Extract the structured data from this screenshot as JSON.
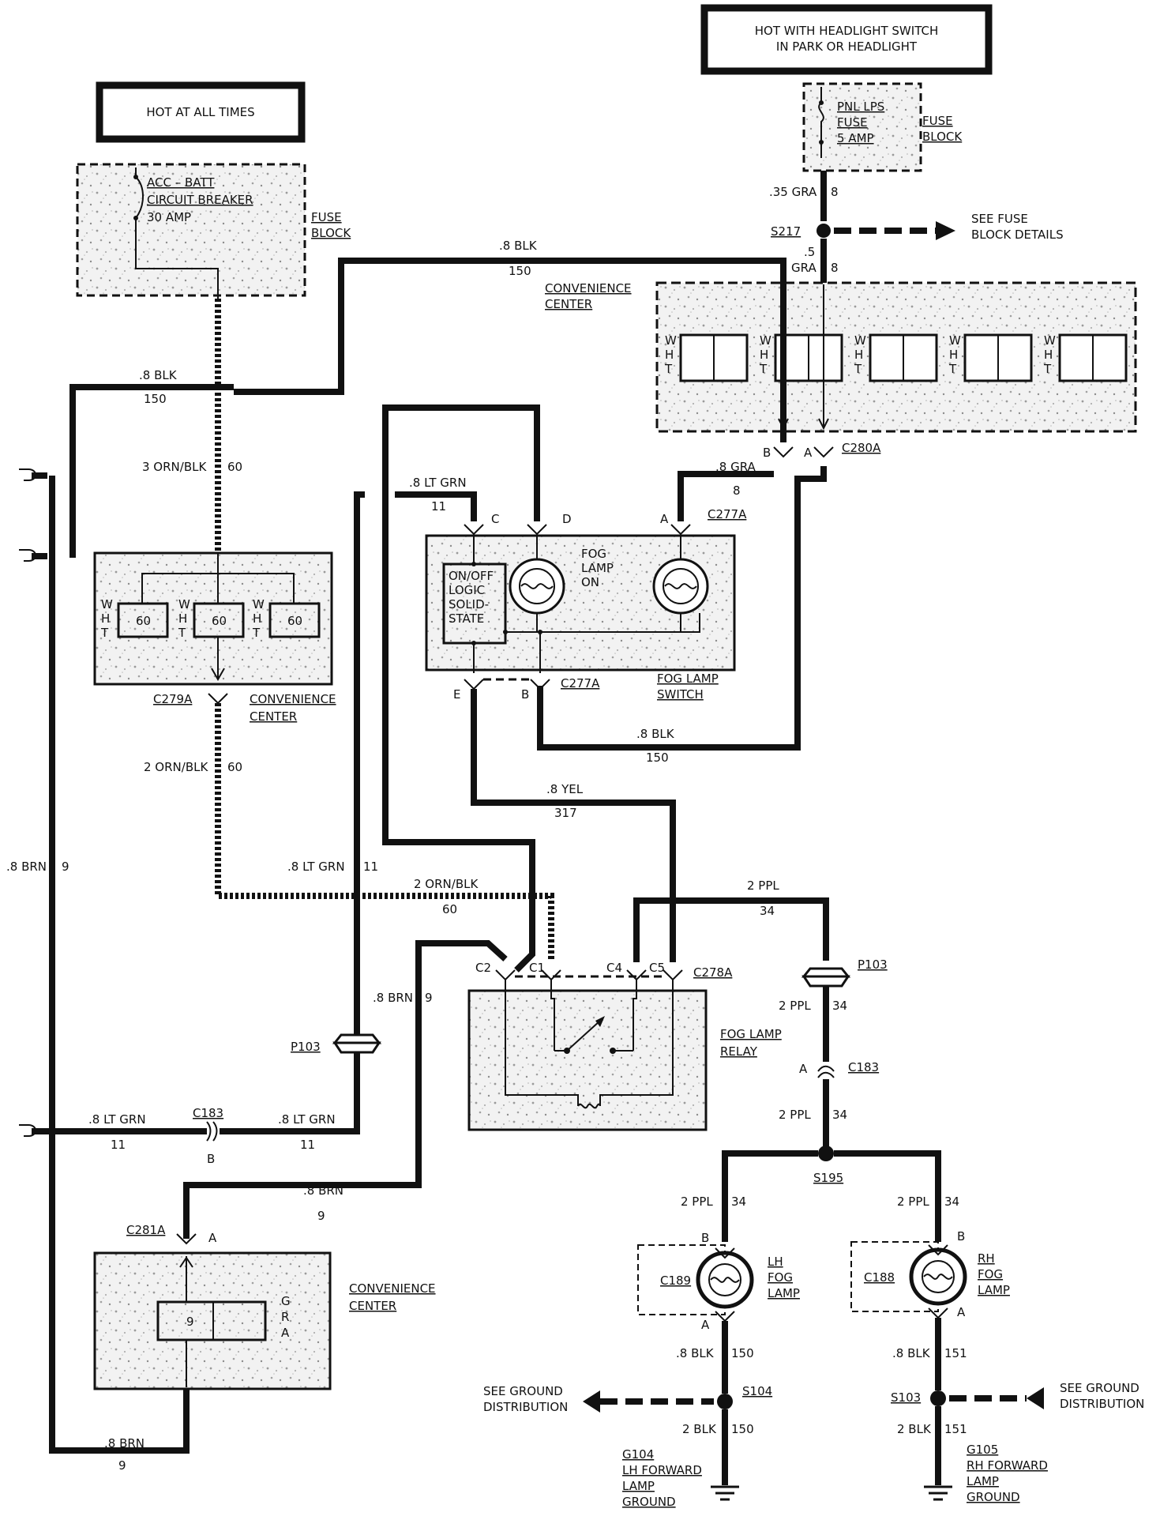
{
  "boxes": {
    "hot_headlight": "HOT WITH HEADLIGHT SWITCH IN PARK OR HEADLIGHT",
    "hot_headlight_line1": "HOT WITH HEADLIGHT SWITCH",
    "hot_headlight_line2": "IN PARK OR HEADLIGHT",
    "hot_all_times": "HOT AT ALL TIMES"
  },
  "fuse_block_top": {
    "fuse_name": "PNL LPS",
    "fuse_word": "FUSE",
    "fuse_rating": "5 AMP",
    "block_line1": "FUSE",
    "block_line2": "BLOCK"
  },
  "fuse_block_left": {
    "breaker_line1": "ACC – BATT",
    "breaker_line2": "CIRCUIT BREAKER",
    "breaker_rating": "30 AMP",
    "block_line1": "FUSE",
    "block_line2": "BLOCK"
  },
  "wires": {
    "gra_35": ".35 GRA",
    "gra_8": "8",
    "s217": "S217",
    "see_fuse_line1": "SEE FUSE",
    "see_fuse_line2": "BLOCK DETAILS",
    "gra_5": ".5",
    "gra_word": "GRA",
    "gra_8b": "8",
    "blk_top": ".8 BLK",
    "blk_top_num": "150",
    "blk_left": ".8 BLK",
    "blk_left_num": "150",
    "orn_blk_3": "3 ORN/BLK",
    "orn_blk_3_num": "60",
    "lt_grn_top": ".8 LT GRN",
    "lt_grn_top_num": "11",
    "gra_c277": ".8 GRA",
    "gra_c277_num": "8",
    "blk_mid": ".8 BLK",
    "blk_mid_num": "150",
    "yel": ".8 YEL",
    "yel_num": "317",
    "orn_blk_2": "2 ORN/BLK",
    "orn_blk_2_num": "60",
    "brn_left": ".8 BRN",
    "brn_left_num": "9",
    "lt_grn_mid": ".8 LT GRN",
    "lt_grn_mid_num": "11",
    "orn_blk_2b": "2 ORN/BLK",
    "orn_blk_2b_num": "60",
    "ppl_top": "2 PPL",
    "ppl_top_num": "34",
    "brn_mid": ".8 BRN",
    "brn_mid_num": "9",
    "ppl_p103": "2 PPL",
    "ppl_p103_num": "34",
    "lt_grn_low_left": ".8 LT GRN",
    "lt_grn_low_left_num": "11",
    "lt_grn_low_right": ".8 LT GRN",
    "lt_grn_low_right_num": "11",
    "ppl_c183": "2 PPL",
    "ppl_c183_num": "34",
    "brn_low": ".8 BRN",
    "brn_low_num": "9",
    "ppl_lh": "2 PPL",
    "ppl_lh_num": "34",
    "ppl_rh": "2 PPL",
    "ppl_rh_num": "34",
    "blk_lh": ".8 BLK",
    "blk_lh_num": "150",
    "blk_rh": ".8 BLK",
    "blk_rh_num": "151",
    "blk2_lh": "2 BLK",
    "blk2_lh_num": "150",
    "blk2_rh": "2 BLK",
    "blk2_rh_num": "151",
    "brn_bottom": ".8 BRN",
    "brn_bottom_num": "9"
  },
  "connectors": {
    "c280a": "C280A",
    "c280a_b": "B",
    "c280a_a": "A",
    "c277a_top": "C277A",
    "c277a_bottom": "C277A",
    "pin_c": "C",
    "pin_d": "D",
    "pin_a": "A",
    "pin_e": "E",
    "pin_b": "B",
    "c279a": "C279A",
    "c278a": "C278A",
    "c2": "C2",
    "c1": "C1",
    "c4": "C4",
    "c5": "C5",
    "p103_right": "P103",
    "p103_left": "P103",
    "c183_right": "C183",
    "c183_right_pin": "A",
    "c183_left": "C183",
    "c183_left_pin": "B",
    "s195": "S195",
    "c281a": "C281A",
    "c281a_pin": "A",
    "c189": "C189",
    "c189_b": "B",
    "c189_a": "A",
    "c188": "C188",
    "c188_b": "B",
    "c188_a": "A",
    "s104": "S104",
    "s103": "S103"
  },
  "components": {
    "conv_center_top_line1": "CONVENIENCE",
    "conv_center_top_line2": "CENTER",
    "wht": [
      "W",
      "H",
      "T"
    ],
    "relay_60": "60",
    "conv_center_mid_line1": "CONVENIENCE",
    "conv_center_mid_line2": "CENTER",
    "logic_line1": "ON/OFF",
    "logic_line2": "LOGIC",
    "logic_line3": "SOLID-",
    "logic_line4": "STATE",
    "fog_on_line1": "FOG",
    "fog_on_line2": "LAMP",
    "fog_on_line3": "ON",
    "fog_switch_line1": "FOG LAMP",
    "fog_switch_line2": "SWITCH",
    "fog_relay_line1": "FOG LAMP",
    "fog_relay_line2": "RELAY",
    "conv_center_low_line1": "CONVENIENCE",
    "conv_center_low_line2": "CENTER",
    "gra_relay_num": "9",
    "gra_letters": [
      "G",
      "R",
      "A"
    ],
    "lh_lamp": [
      "LH",
      "FOG",
      "LAMP"
    ],
    "rh_lamp": [
      "RH",
      "FOG",
      "LAMP"
    ],
    "see_ground_left_line1": "SEE GROUND",
    "see_ground_left_line2": "DISTRIBUTION",
    "see_ground_right_line1": "SEE GROUND",
    "see_ground_right_line2": "DISTRIBUTION",
    "g104": "G104",
    "g104_line1": "LH FORWARD",
    "g104_line2": "LAMP",
    "g104_line3": "GROUND",
    "g105": "G105",
    "g105_line1": "RH FORWARD",
    "g105_line2": "LAMP",
    "g105_line3": "GROUND"
  }
}
